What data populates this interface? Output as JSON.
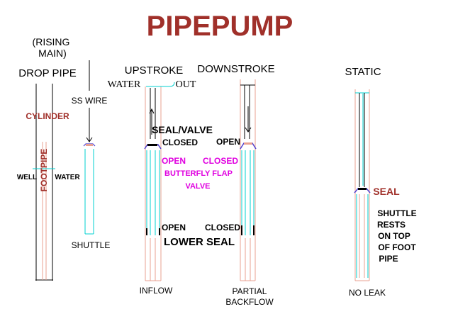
{
  "title": "PIPEPUMP",
  "labels": {
    "rising_main_1": "(RISING",
    "rising_main_2": "MAIN)",
    "drop_pipe": "DROP PIPE",
    "ss_wire": "SS WIRE",
    "cylinder": "CYLINDER",
    "footpipe": "FOOTPIPE",
    "well": "WELL",
    "water": "WATER",
    "shuttle": "SHUTTLE",
    "upstroke": "UPSTROKE",
    "water_top": "WATER",
    "out": "OUT",
    "seal_valve": "SEAL/VALVE",
    "closed_up": "CLOSED",
    "open_up": "OPEN",
    "butterfly_1": "BUTTERFLY FLAP",
    "butterfly_2": "VALVE",
    "open_lower_up": "OPEN",
    "lower_seal": "LOWER SEAL",
    "inflow": "INFLOW",
    "downstroke": "DOWNSTROKE",
    "open_down": "OPEN",
    "closed_down": "CLOSED",
    "closed_lower_down": "CLOSED",
    "partial_1": "PARTIAL",
    "partial_2": "BACKFLOW",
    "static": "STATIC",
    "seal": "SEAL",
    "rests_1": "SHUTTLE",
    "rests_2": "RESTS",
    "rests_3": "ON TOP",
    "rests_4": "OF FOOT",
    "rests_5": "PIPE",
    "no_leak": "NO LEAK"
  },
  "colors": {
    "title": "#a0302a",
    "pipe_outline": "#e8a090",
    "shuttle": "#00d0d0",
    "wire": "#000000",
    "magenta": "#e000e0",
    "seal_mark": "#5040d0",
    "cylinder_label": "#a0302a",
    "seal_label": "#a0302a",
    "text": "#000000"
  }
}
